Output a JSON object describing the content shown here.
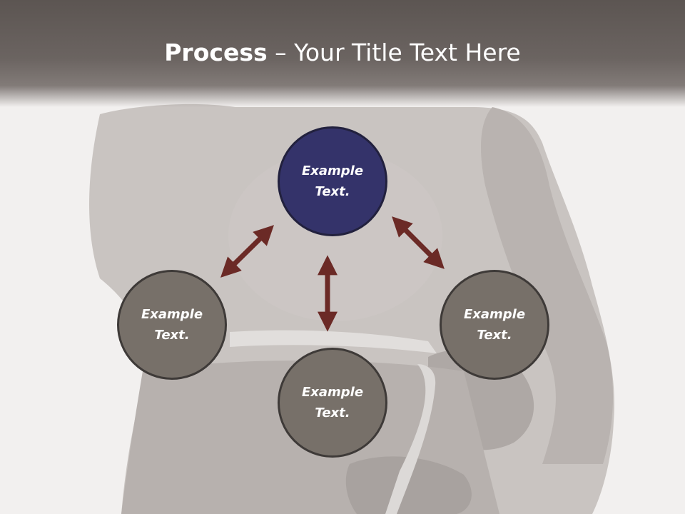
{
  "title": {
    "bold": "Process",
    "rest": " – Your Title Text Here"
  },
  "nodes": {
    "top": "Example Text.",
    "left": "Example Text.",
    "right": "Example Text.",
    "bottom": "Example Text."
  },
  "colors": {
    "header": "#6b6461",
    "node_top": "#34336a",
    "node_gray": "#777069",
    "arrow": "#6b2a26"
  },
  "icons": [
    "double-arrow-icon"
  ]
}
